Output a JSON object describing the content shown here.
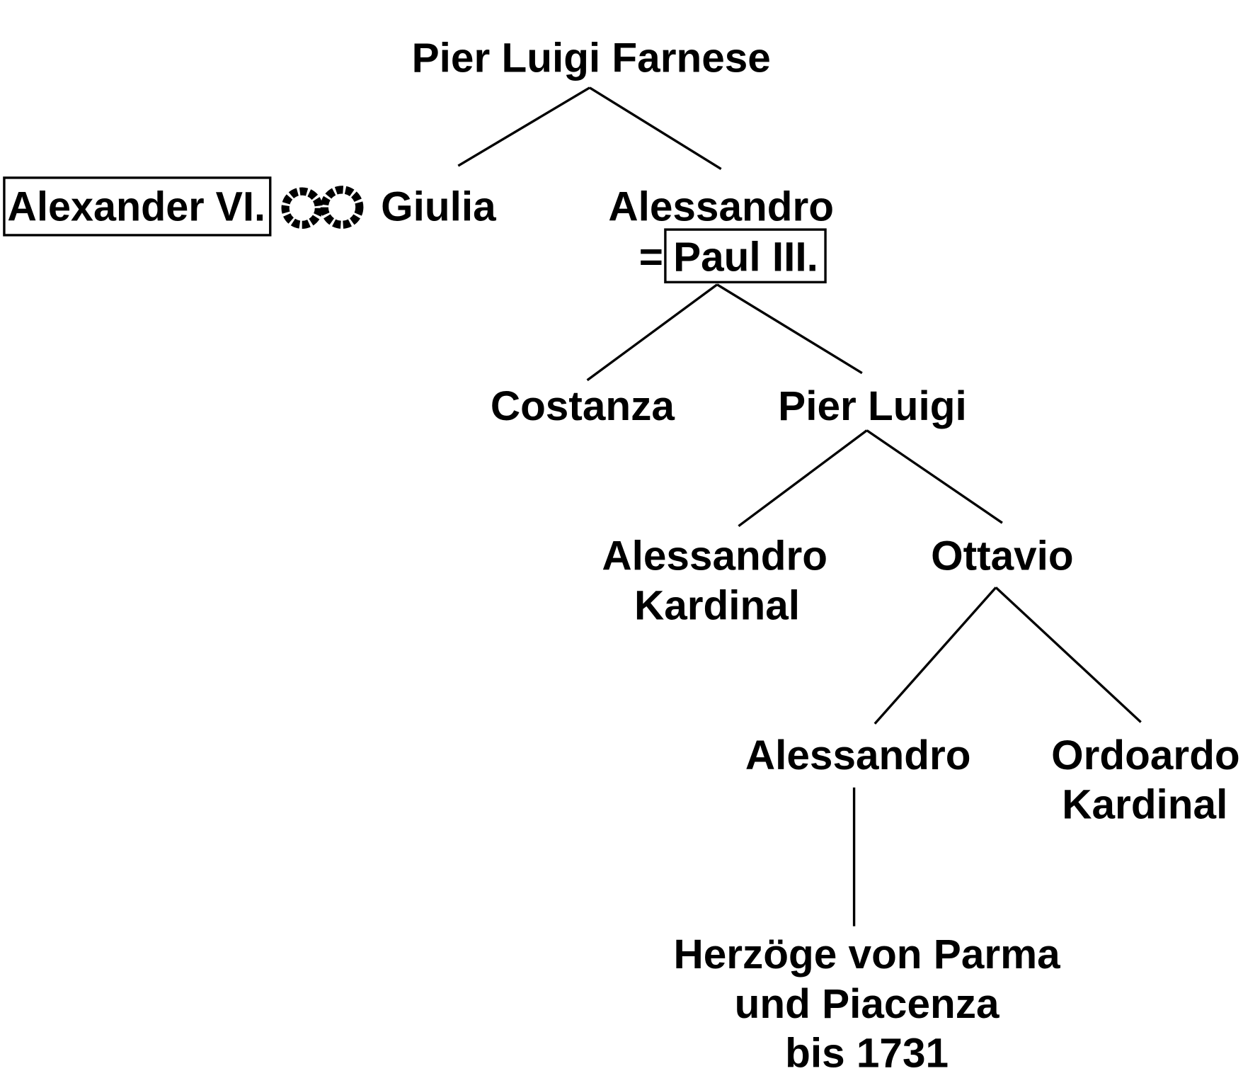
{
  "title": "Pier Luigi Farnese",
  "nodes": {
    "root": "Pier Luigi Farnese",
    "alexander": "Alexander VI.",
    "giulia": "Giulia",
    "alessandro1": "Alessandro",
    "equals": "=",
    "paul": "Paul III.",
    "costanza": "Costanza",
    "pierluigi": "Pier Luigi",
    "alessandro2_line1": "Alessandro",
    "alessandro2_line2": "Kardinal",
    "ottavio": "Ottavio",
    "alessandro3": "Alessandro",
    "ordoardo_line1": "Ordoardo",
    "ordoardo_line2": "Kardinal",
    "herzoege_line1": "Herzöge von Parma",
    "herzoege_line2": "und Piacenza",
    "herzoege_line3": "bis 1731"
  },
  "icons": {
    "liaison": "infinity-rings-icon"
  }
}
